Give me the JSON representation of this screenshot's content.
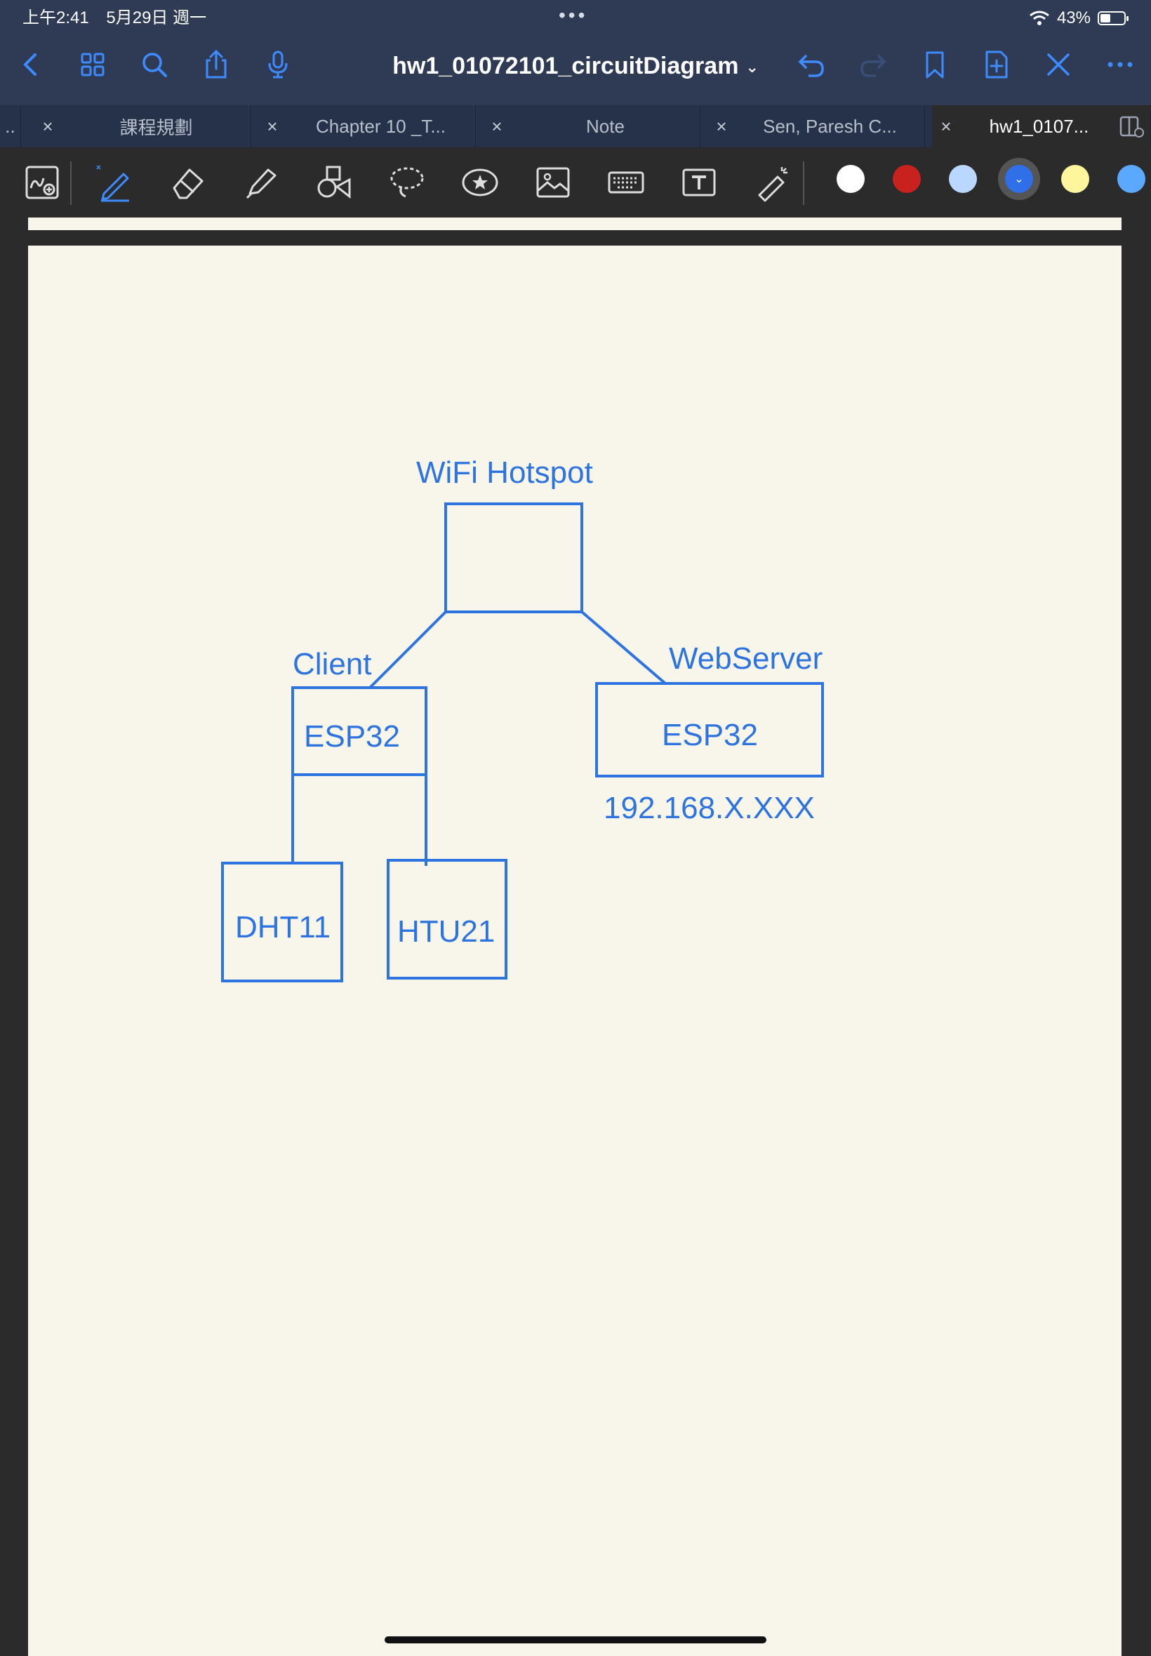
{
  "status_bar": {
    "time": "上午2:41",
    "date": "5月29日 週一",
    "dots": "•••",
    "battery_pct": "43%",
    "battery_level": 0.43
  },
  "nav": {
    "title": "hw1_01072101_circuitDiagram",
    "title_chevron": "⌄"
  },
  "tabs": [
    {
      "label": "課程規劃",
      "active": false
    },
    {
      "label": "Chapter 10 _T...",
      "active": false
    },
    {
      "label": "Note",
      "active": false
    },
    {
      "label": "Sen, Paresh C...",
      "active": false
    },
    {
      "label": "hw1_0107...",
      "active": true
    }
  ],
  "tab_overflow": "..",
  "colors": {
    "accent": "#2e74e0",
    "swatches": [
      "#ffffff",
      "#c9211e",
      "#b9d7ff",
      "#2f6fe8",
      "#fff59d",
      "#5aa8ff"
    ],
    "selected_swatch": "#2f6fe8"
  },
  "diagram": {
    "hotspot_label": "WiFi Hotspot",
    "client_label": "Client",
    "webserver_label": "WebServer",
    "client_box": "ESP32",
    "server_box": "ESP32",
    "server_ip": "192.168.X.XXX",
    "sensor1": "DHT11",
    "sensor2": "HTU21"
  }
}
